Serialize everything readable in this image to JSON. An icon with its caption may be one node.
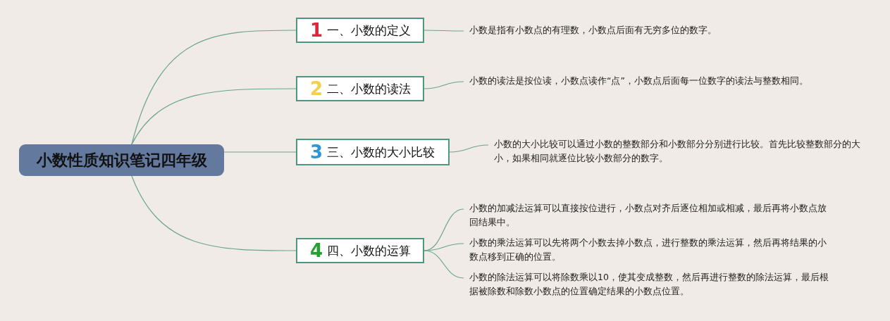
{
  "diagram": {
    "nodes": [
      {
        "text": [
          "小数性质知识笔记四年级"
        ]
      },
      {
        "text": [
          "1",
          "一、小数的定义"
        ]
      },
      {
        "text": [
          "2",
          "二、小数的读法"
        ]
      },
      {
        "text": [
          "3",
          "三、小数的大小比较"
        ]
      },
      {
        "text": [
          "4",
          "四、小数的运算"
        ]
      },
      {
        "text": [
          "小数是指有小数点的有理数，小数点后面有无穷多位的数字。"
        ]
      },
      {
        "text": [
          "小数的读法是按位读，小数点读作“点”，小数点后面每一位数字的读法与整数相同。"
        ]
      },
      {
        "text": [
          "小数的大小比较可以通过小数的整数部分和小数部分分别进行比较。首先比较整数部分的大小，如果相同就逐位比较小数部分的数字。"
        ]
      },
      {
        "text": [
          "小数的加减法运算可以直接按位进行，小数点对齐后逐位相加或相减，最后再将小数点放回结果中。"
        ]
      },
      {
        "text": [
          "小数的乘法运算可以先将两个小数去掉小数点，进行整数的乘法运算，然后再将结果的小数点移到正确的位置。"
        ]
      },
      {
        "text": [
          "小数的除法运算可以将除数乘以10，使其变成整数，然后再进行整数的除法运算，最后根据被除数和除数小数点的位置确定结果的小数点位置。"
        ]
      }
    ],
    "edges": [
      {
        "from": 0,
        "to": 1,
        "arrow": "none"
      },
      {
        "from": 0,
        "to": 2,
        "arrow": "none"
      },
      {
        "from": 0,
        "to": 3,
        "arrow": "none"
      },
      {
        "from": 0,
        "to": 4,
        "arrow": "none"
      },
      {
        "from": 1,
        "to": 5,
        "arrow": "none"
      },
      {
        "from": 2,
        "to": 6,
        "arrow": "none"
      },
      {
        "from": 3,
        "to": 7,
        "arrow": "none"
      },
      {
        "from": 4,
        "to": 8,
        "arrow": "none"
      },
      {
        "from": 4,
        "to": 9,
        "arrow": "none"
      },
      {
        "from": 4,
        "to": 10,
        "arrow": "none"
      }
    ]
  }
}
